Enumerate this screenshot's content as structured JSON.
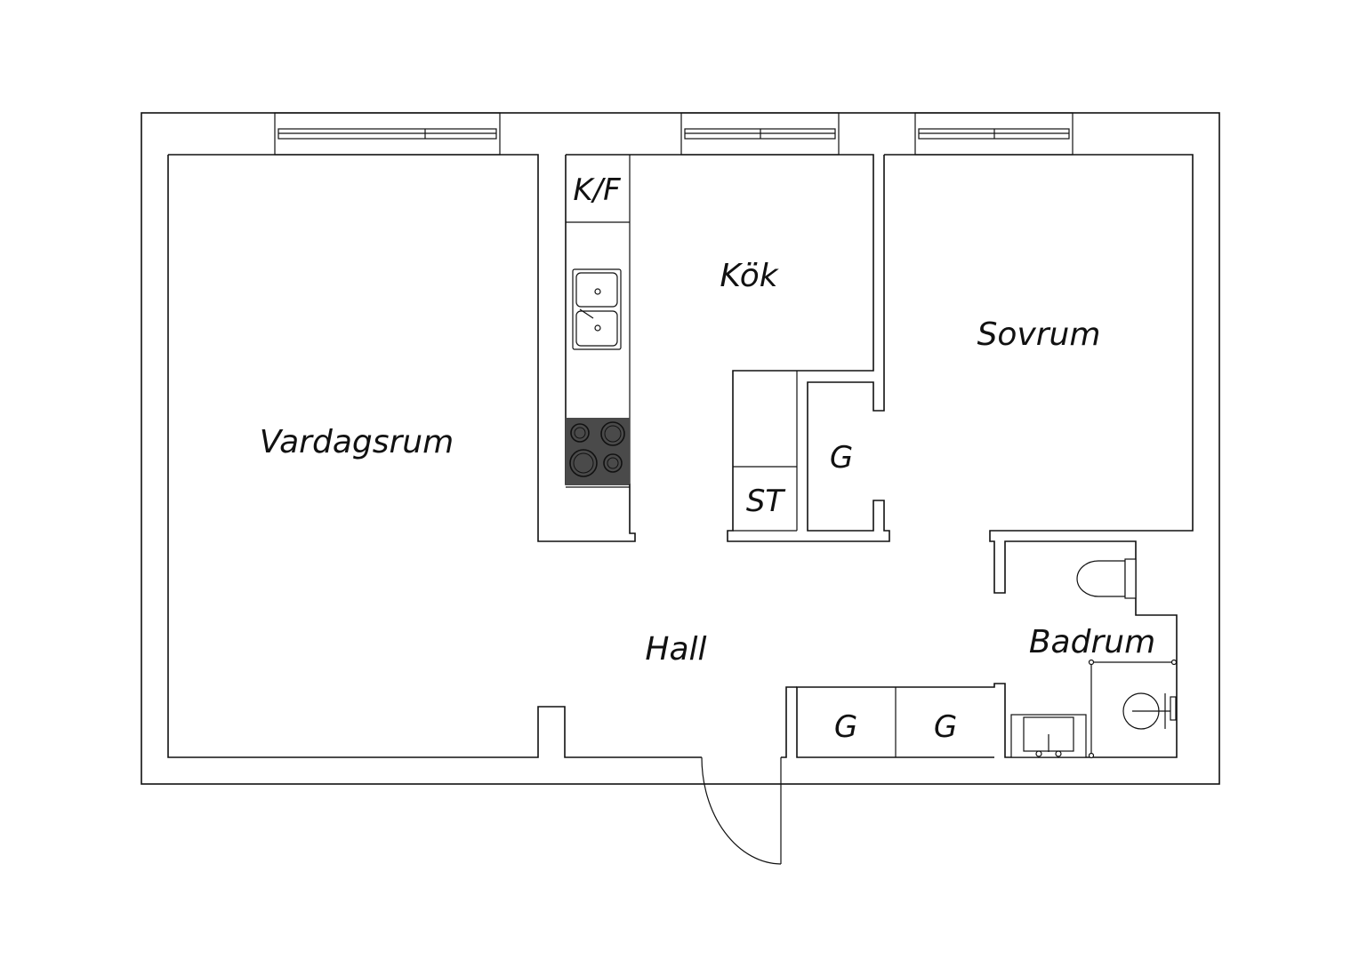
{
  "plan": {
    "rooms": {
      "vardagsrum": "Vardagsrum",
      "kok": "Kök",
      "sovrum": "Sovrum",
      "hall": "Hall",
      "badrum": "Badrum"
    },
    "fixtures": {
      "kf": "K/F",
      "st": "ST",
      "g_bedroom": "G",
      "g_hall_1": "G",
      "g_hall_2": "G"
    },
    "colors": {
      "wall": "#111111",
      "stove": "#4a4a4a",
      "background": "#ffffff"
    }
  }
}
